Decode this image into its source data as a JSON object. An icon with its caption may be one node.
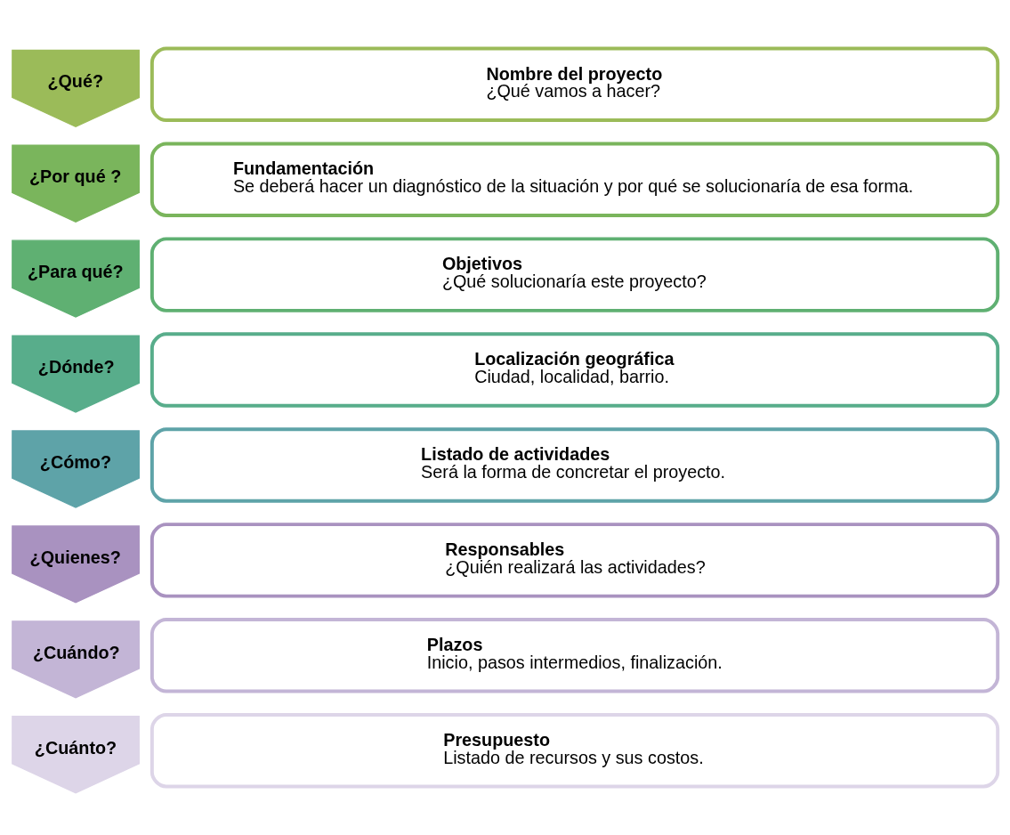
{
  "diagram": {
    "nodes": [
      {
        "text": [
          "¿Qué?"
        ]
      },
      {
        "text": [
          "Nombre del proyecto",
          "¿Qué vamos a hacer?"
        ]
      },
      {
        "text": [
          "¿Por qué ?"
        ]
      },
      {
        "text": [
          "Fundamentación",
          "Se deberá hacer un diagnóstico de la situación y por qué se solucionaría de esa forma."
        ]
      },
      {
        "text": [
          "¿Para qué?"
        ]
      },
      {
        "text": [
          "Objetivos",
          "¿Qué solucionaría este proyecto?"
        ]
      },
      {
        "text": [
          "¿Dónde?"
        ]
      },
      {
        "text": [
          "Localización geográfica",
          "Ciudad, localidad, barrio."
        ]
      },
      {
        "text": [
          "¿Cómo?"
        ]
      },
      {
        "text": [
          "Listado de actividades",
          "Será la forma de concretar el proyecto."
        ]
      },
      {
        "text": [
          "¿Quienes?"
        ]
      },
      {
        "text": [
          "Responsables",
          "¿Quién realizará las actividades?"
        ]
      },
      {
        "text": [
          "¿Cuándo?"
        ]
      },
      {
        "text": [
          "Plazos",
          "Inicio, pasos intermedios, finalización."
        ]
      },
      {
        "text": [
          "¿Cuánto?"
        ]
      },
      {
        "text": [
          "Presupuesto",
          "Listado de recursos y sus costos."
        ]
      }
    ],
    "edges": []
  }
}
